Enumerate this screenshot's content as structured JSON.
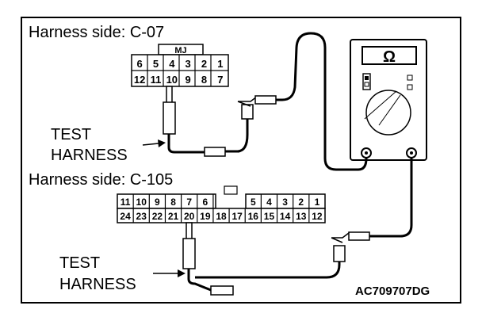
{
  "labels": {
    "c07": "Harness side: C-07",
    "c105": "Harness side: C-105",
    "test1": "TEST",
    "harness1": "HARNESS",
    "test2": "TEST",
    "harness2": "HARNESS",
    "figure_code": "AC709707DG"
  },
  "connector_c07": {
    "tag": "MJ",
    "row_top": [
      "6",
      "5",
      "4",
      "3",
      "2",
      "1"
    ],
    "row_bottom": [
      "12",
      "11",
      "10",
      "9",
      "8",
      "7"
    ]
  },
  "connector_c105": {
    "row_top": [
      "11",
      "10",
      "9",
      "8",
      "7",
      "6",
      "",
      "",
      "5",
      "4",
      "3",
      "2",
      "1"
    ],
    "row_bottom": [
      "24",
      "23",
      "22",
      "21",
      "20",
      "19",
      "18",
      "17",
      "16",
      "15",
      "14",
      "13",
      "12"
    ]
  },
  "meter": {
    "symbol": "Ω"
  }
}
